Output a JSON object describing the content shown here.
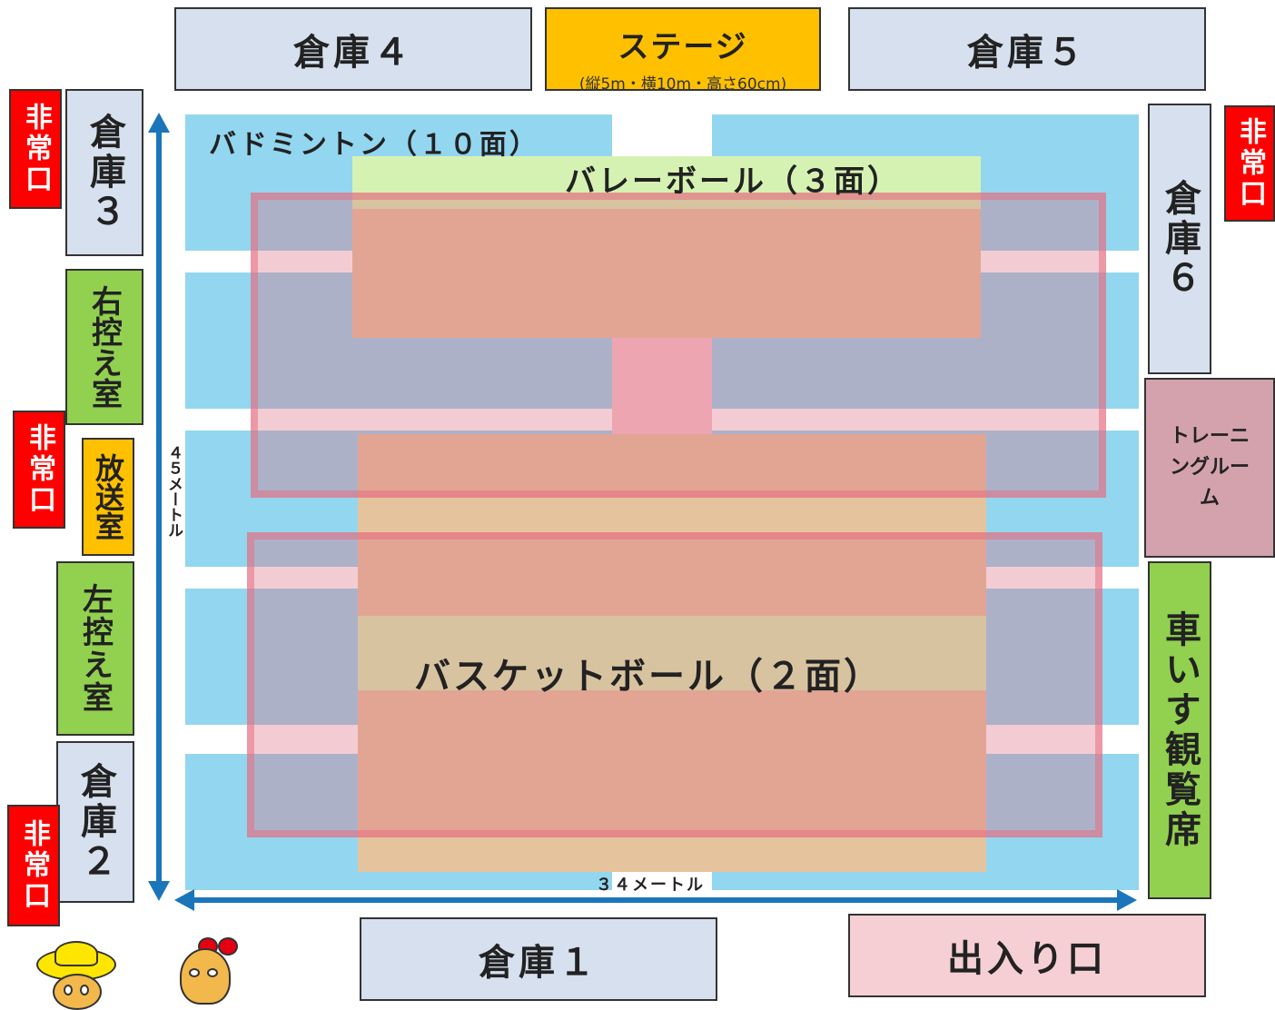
{
  "storage": {
    "s1": "倉庫１",
    "s2": "倉庫２",
    "s3": "倉庫３",
    "s4": "倉庫４",
    "s5": "倉庫５",
    "s6": "倉庫６"
  },
  "stage": {
    "title": "ステージ",
    "sub": "(縦5m・横10m・高さ60cm)"
  },
  "rooms": {
    "right_waiting": "右控え室",
    "left_waiting": "左控え室",
    "broadcast": "放送室",
    "training": "トレーニングルーム",
    "wheelchair": "車いす観覧席",
    "entrance": "出入り口"
  },
  "exits": {
    "label": "非常口"
  },
  "courts": {
    "badminton": "バドミントン（１０面）",
    "volleyball": "バレーボール（３面）",
    "basketball": "バスケットボール（２面）"
  },
  "dimensions": {
    "length": "４５メートル",
    "width": "３４メートル"
  },
  "colors": {
    "storage": "#d6e0ee",
    "waiting_room": "#92d050",
    "stage": "#ffc000",
    "exit": "#ff0000",
    "badminton": "#93d6ef",
    "volleyball": "#d6f2b3",
    "arrow": "#1b75bb"
  }
}
